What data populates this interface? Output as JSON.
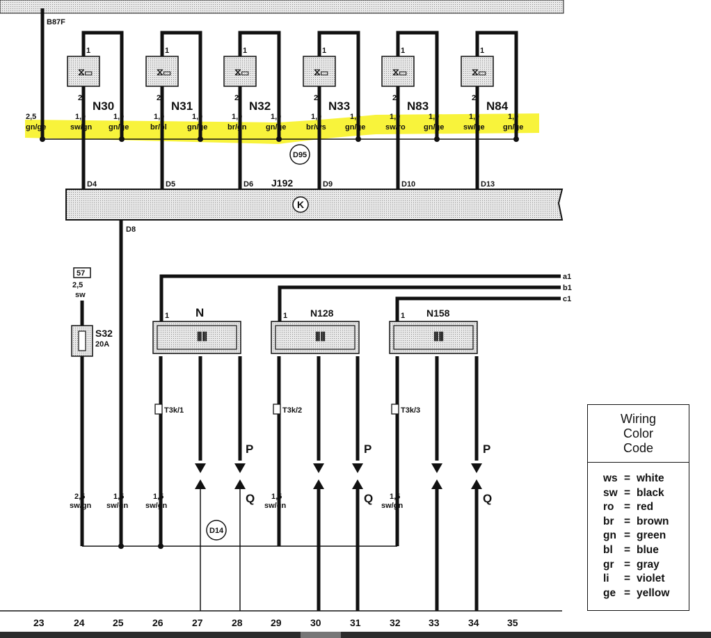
{
  "connector_b87f": "B87F",
  "injectors": [
    {
      "id": "N30",
      "pin1": "1",
      "pin2": "2",
      "wire_left": "1,0",
      "wire_left_color": "sw/gn",
      "wire_right": "1,0",
      "wire_right_color": "gn/ge",
      "ecu_pin": "D4"
    },
    {
      "id": "N31",
      "pin1": "1",
      "pin2": "2",
      "wire_left": "1,0",
      "wire_left_color": "br/bl",
      "wire_right": "1,0",
      "wire_right_color": "gn/ge",
      "ecu_pin": "D5"
    },
    {
      "id": "N32",
      "pin1": "1",
      "pin2": "2",
      "wire_left": "1,0",
      "wire_left_color": "br/gn",
      "wire_right": "1,0",
      "wire_right_color": "gn/ge",
      "ecu_pin": "D6"
    },
    {
      "id": "N33",
      "pin1": "1",
      "pin2": "2",
      "wire_left": "1,0",
      "wire_left_color": "br/ws",
      "wire_right": "1,0",
      "wire_right_color": "gn/ge",
      "ecu_pin": "D9"
    },
    {
      "id": "N83",
      "pin1": "1",
      "pin2": "2",
      "wire_left": "1,0",
      "wire_left_color": "sw/ro",
      "wire_right": "1,0",
      "wire_right_color": "gn/ge",
      "ecu_pin": "D10"
    },
    {
      "id": "N84",
      "pin1": "1",
      "pin2": "2",
      "wire_left": "1,0",
      "wire_left_color": "sw/ge",
      "wire_right": "1,0",
      "wire_right_color": "gn/ge",
      "ecu_pin": "D13"
    }
  ],
  "feed_wire": {
    "size": "2,5",
    "color": "gn/ge"
  },
  "splice_d95": "D95",
  "ecu": {
    "id": "J192",
    "circle": "K",
    "lower_pin": "D8"
  },
  "fuse": {
    "box": "57",
    "size": "2,5",
    "color": "sw",
    "id": "S32",
    "rating": "20A"
  },
  "coils": [
    {
      "id": "N",
      "pin": "1",
      "connector": "T3k/1",
      "rail": "a1"
    },
    {
      "id": "N128",
      "pin": "1",
      "connector": "T3k/2",
      "rail": "b1"
    },
    {
      "id": "N158",
      "pin": "1",
      "connector": "T3k/3",
      "rail": "c1"
    }
  ],
  "arrow_labels": {
    "p": "P",
    "q": "Q"
  },
  "bottom_wires": [
    {
      "size": "2,5",
      "color": "sw/gn"
    },
    {
      "size": "1,5",
      "color": "sw/gn"
    },
    {
      "size": "1,5",
      "color": "sw/gn"
    },
    {
      "size": "1,5",
      "color": "sw/gn"
    },
    {
      "size": "1,5",
      "color": "sw/gn"
    }
  ],
  "splice_d14": "D14",
  "tracks": [
    "23",
    "24",
    "25",
    "26",
    "27",
    "28",
    "29",
    "30",
    "31",
    "32",
    "33",
    "34",
    "35"
  ],
  "legend": {
    "title": [
      "Wiring",
      "Color",
      "Code"
    ],
    "rows": [
      {
        "code": "ws",
        "eq": "=",
        "name": "white"
      },
      {
        "code": "sw",
        "eq": "=",
        "name": "black"
      },
      {
        "code": "ro",
        "eq": "=",
        "name": "red"
      },
      {
        "code": "br",
        "eq": "=",
        "name": "brown"
      },
      {
        "code": "gn",
        "eq": "=",
        "name": "green"
      },
      {
        "code": "bl",
        "eq": "=",
        "name": "blue"
      },
      {
        "code": "gr",
        "eq": "=",
        "name": "gray"
      },
      {
        "code": "li",
        "eq": "=",
        "name": "violet"
      },
      {
        "code": "ge",
        "eq": "=",
        "name": "yellow"
      }
    ]
  },
  "colors": {
    "highlight": "#f7f22a",
    "ink": "#111111",
    "stipple": "#d6d6d6"
  }
}
